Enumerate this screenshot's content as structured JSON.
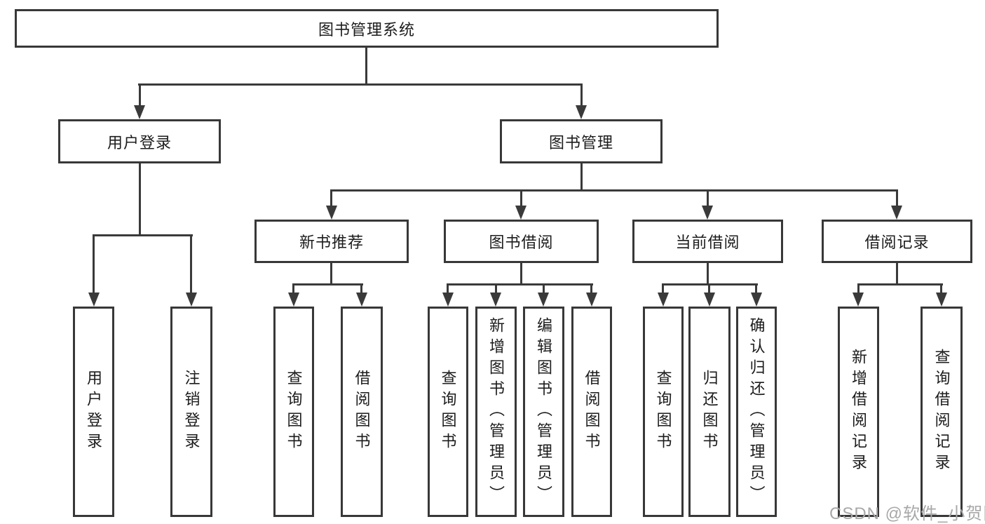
{
  "tree": {
    "root": {
      "label": "图书管理系统",
      "children": [
        {
          "label": "用户登录",
          "children": [
            {
              "label": "用户登录"
            },
            {
              "label": "注销登录"
            }
          ]
        },
        {
          "label": "图书管理",
          "children": [
            {
              "label": "新书推荐",
              "children": [
                {
                  "label": "查询图书"
                },
                {
                  "label": "借阅图书"
                }
              ]
            },
            {
              "label": "图书借阅",
              "children": [
                {
                  "label": "查询图书"
                },
                {
                  "label": "新增图书（管理员）"
                },
                {
                  "label": "编辑图书（管理员）"
                },
                {
                  "label": "借阅图书"
                }
              ]
            },
            {
              "label": "当前借阅",
              "children": [
                {
                  "label": "查询图书"
                },
                {
                  "label": "归还图书"
                },
                {
                  "label": "确认归还（管理员）"
                }
              ]
            },
            {
              "label": "借阅记录",
              "children": [
                {
                  "label": "新增借阅记录"
                },
                {
                  "label": "查询借阅记录"
                }
              ]
            }
          ]
        }
      ]
    }
  },
  "watermark": {
    "text": "CSDN @软件_小贺同学"
  },
  "colors": {
    "line": "#3a3a3a",
    "text": "#1c1c1c",
    "watermark": "#a8a8a8",
    "background": "#ffffff"
  }
}
